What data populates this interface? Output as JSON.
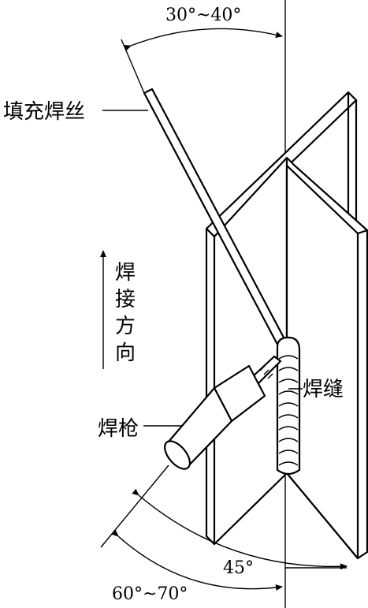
{
  "labels": {
    "top_angle": "30°~40°",
    "filler_wire": "填充焊丝",
    "direction_chars": [
      "焊",
      "接",
      "方",
      "向"
    ],
    "weld_seam": "焊缝",
    "torch": "焊枪",
    "angle_45": "45°",
    "bottom_angle": "60°~70°"
  },
  "colors": {
    "ink": "#000000",
    "paper": "#ffffff"
  },
  "icons": {
    "direction_arrow": "arrow-up-icon"
  }
}
